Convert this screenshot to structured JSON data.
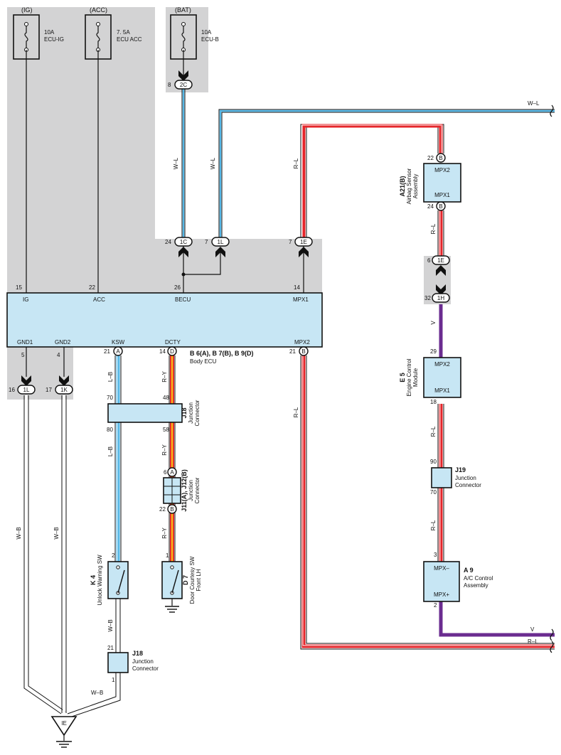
{
  "fuses": {
    "ig": {
      "source": "(IG)",
      "rating": "10A",
      "name": "ECU-IG"
    },
    "acc": {
      "source": "(ACC)",
      "rating": "7. 5A",
      "name": "ECU ACC"
    },
    "bat": {
      "source": "(BAT)",
      "rating": "10A",
      "name": "ECU-B"
    }
  },
  "connectors": {
    "c2c": "2C",
    "c1c": "1C",
    "c1l_top": "1L",
    "c1e_top": "1E",
    "c1e_mid": "1E",
    "c1h": "1H",
    "c1l_bot": "1L",
    "c1k": "1K",
    "a": "A",
    "d": "D",
    "b": "B",
    "b_a21_top": "B",
    "b_a21_bot": "B",
    "j11_a": "A",
    "j11_b": "B",
    "ground": "IE"
  },
  "pins": {
    "p8": "8",
    "p24": "24",
    "p7a": "7",
    "p7b": "7",
    "p15": "15",
    "p22": "22",
    "p26": "26",
    "p14": "14",
    "p5": "5",
    "p4": "4",
    "p21a": "21",
    "p14b": "14",
    "p21b": "21",
    "p16": "16",
    "p17": "17",
    "p70": "70",
    "p48": "48",
    "p80": "80",
    "p58": "58",
    "p6": "6",
    "p22b": "22",
    "p2": "2",
    "p1": "1",
    "p21c": "21",
    "p1b": "1",
    "a21_22": "22",
    "a21_24": "24",
    "mid_6": "6",
    "mid_32": "32",
    "e5_29": "29",
    "e5_18": "18",
    "j19_90": "90",
    "j19_70": "70",
    "a9_3": "3",
    "a9_2": "2"
  },
  "ecu": {
    "top_terminals": {
      "ig": "IG",
      "acc": "ACC",
      "becu": "BECU",
      "mpx1": "MPX1"
    },
    "bottom_terminals": {
      "gnd1": "GND1",
      "gnd2": "GND2",
      "ksw": "KSW",
      "dcty": "DCTY",
      "mpx2": "MPX2"
    },
    "code": "B 6(A), B 7(B), B 9(D)",
    "name": "Body ECU"
  },
  "components": {
    "j18_top": {
      "code": "J18",
      "name1": "Junction",
      "name2": "Connector"
    },
    "j11": {
      "code": "J11(A), J12(B)",
      "name1": "Junction",
      "name2": "Connector"
    },
    "k4": {
      "code": "K 4",
      "name": "Unlock Warning SW"
    },
    "d7": {
      "code": "D 7",
      "name1": "Door Courtesy SW",
      "name2": "Front LH"
    },
    "j18_bot": {
      "code": "J18",
      "name1": "Junction",
      "name2": "Connector"
    },
    "a21": {
      "code": "A21(B)",
      "name1": "Airbag Sensor",
      "name2": "Assembly",
      "t1": "MPX2",
      "t2": "MPX1"
    },
    "e5": {
      "code": "E 5",
      "name1": "Engine Control",
      "name2": "Module",
      "t1": "MPX2",
      "t2": "MPX1"
    },
    "j19": {
      "code": "J19",
      "name1": "Junction",
      "name2": "Connector"
    },
    "a9": {
      "code": "A 9",
      "name1": "A/C Control",
      "name2": "Assembly",
      "t1": "MPX–",
      "t2": "MPX+"
    }
  },
  "wire_labels": {
    "wl_top": "W–L",
    "wl_a": "W–L",
    "wl_b": "W–L",
    "rl_top": "R–L",
    "rl_a21": "R–L",
    "v_mid": "V",
    "rl_e5": "R–L",
    "rl_j19": "R–L",
    "v_bottom": "V",
    "rl_bottom": "R–L",
    "rl_left": "R–L",
    "lb_1": "L–B",
    "lb_2": "L–B",
    "ry_1": "R–Y",
    "ry_2": "R–Y",
    "ry_3": "R–Y",
    "wb_1": "W–B",
    "wb_2": "W–B",
    "wb_k4": "W–B",
    "wb_bot": "W–B"
  },
  "colors": {
    "shade": "#d3d3d4",
    "ecu_fill": "#c7e6f4",
    "blue_core": "#55b7e6",
    "red_core": "#e5252a",
    "yellow_core": "#fbb817",
    "violet": "#6b2c90"
  }
}
